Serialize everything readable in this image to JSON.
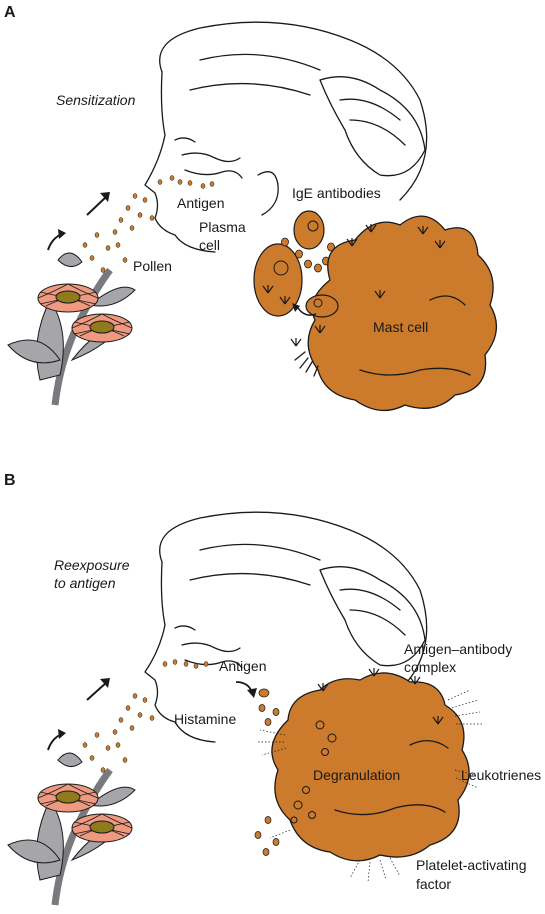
{
  "panel_a": {
    "letter": "A",
    "title": "Sensitization",
    "labels": {
      "antigen": "Antigen",
      "plasma_cell_1": "Plasma",
      "plasma_cell_2": "cell",
      "ige_antibodies": "IgE antibodies",
      "pollen": "Pollen",
      "mast_cell": "Mast cell"
    }
  },
  "panel_b": {
    "letter": "B",
    "title_1": "Reexposure",
    "title_2": "to antigen",
    "labels": {
      "antigen": "Antigen",
      "complex_1": "Antigen–antibody",
      "complex_2": "complex",
      "histamine": "Histamine",
      "degranulation": "Degranulation",
      "leukotrienes": "Leukotrienes",
      "paf_1": "Platelet-activating",
      "paf_2": "factor"
    }
  },
  "colors": {
    "cell_fill": "#cc7a2c",
    "flower_petal": "#ef9a80",
    "flower_center": "#8f7a1e",
    "leaf": "#a6a6aa",
    "stem": "#7a7a7e",
    "ink": "#1a1a1a"
  }
}
